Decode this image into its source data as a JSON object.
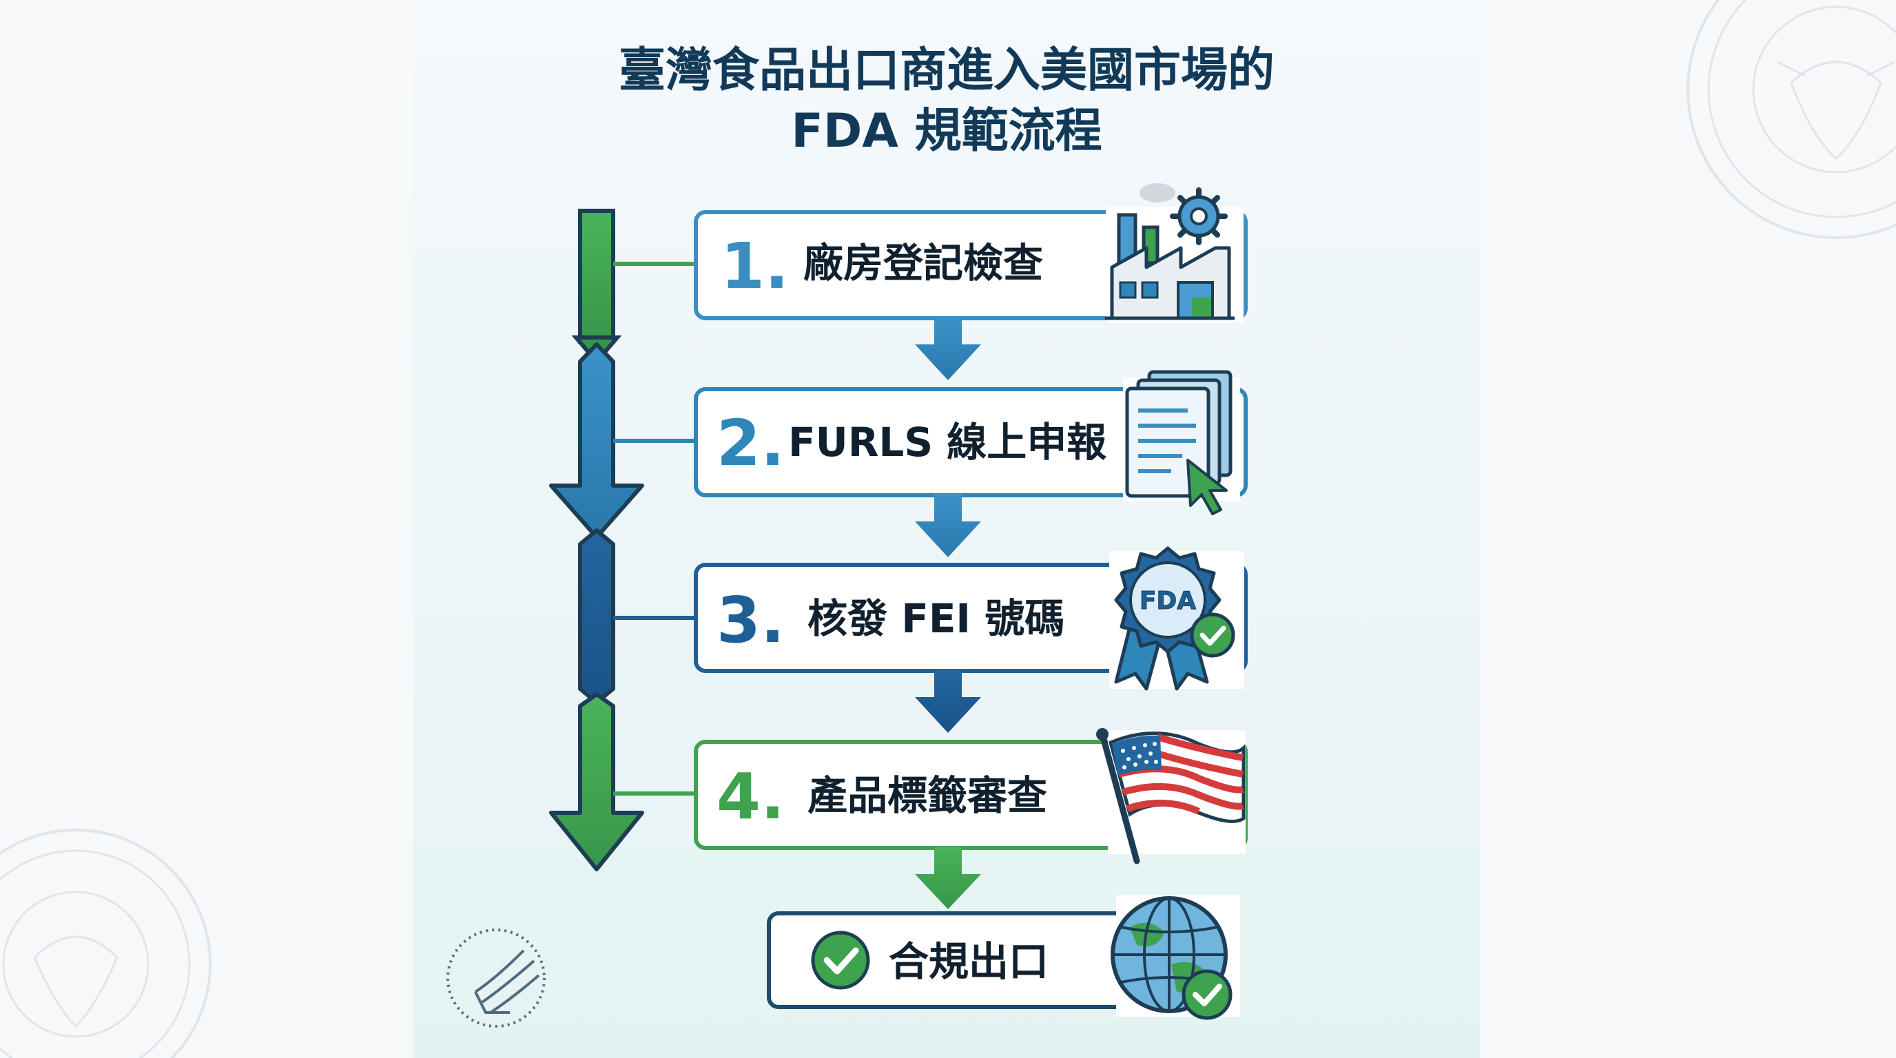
{
  "title": {
    "line1": "臺灣食品出口商進入美國市場的",
    "line2": "FDA 規範流程"
  },
  "steps": [
    {
      "number": "1.",
      "label": "廠房登記檢查",
      "icon": "factory-icon",
      "color": "#3b8fc0"
    },
    {
      "number": "2.",
      "label": "FURLS 線上申報",
      "icon": "document-cursor-icon",
      "color": "#2e86b9"
    },
    {
      "number": "3.",
      "label": "核發 FEI 號碼",
      "icon": "fda-badge-icon",
      "color": "#1f5f96"
    },
    {
      "number": "4.",
      "label": "產品標籤審查",
      "icon": "us-flag-icon",
      "color": "#3fa24f"
    }
  ],
  "final": {
    "label": "合規出口",
    "icon": "globe-check-icon"
  },
  "badge_text": "FDA",
  "colors": {
    "title": "#123a58",
    "green": "#3fa24f",
    "light_blue": "#3b8fc0",
    "dark_blue": "#1f5f96",
    "final_border": "#1f4c6b"
  }
}
